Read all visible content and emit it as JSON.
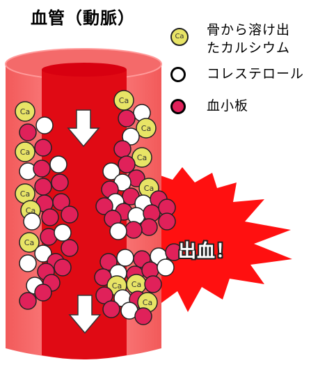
{
  "title": "血管（動脈）",
  "legend": {
    "calcium": {
      "line1": "骨から溶け出",
      "line2": "たカルシウム",
      "symbol": "Ca",
      "color": "#e8e466"
    },
    "cholesterol": {
      "label": "コレステロール",
      "color": "#ffffff"
    },
    "platelet": {
      "label": "血小板",
      "color": "#e0215a"
    }
  },
  "bleeding_label": "出血！",
  "colors": {
    "vessel_outer": "#f46a6a",
    "vessel_inner": "#e00a14",
    "vessel_highlight": "#ff9a9a"
  },
  "flow_arrows": [
    "down-arrow",
    "down-arrow"
  ]
}
